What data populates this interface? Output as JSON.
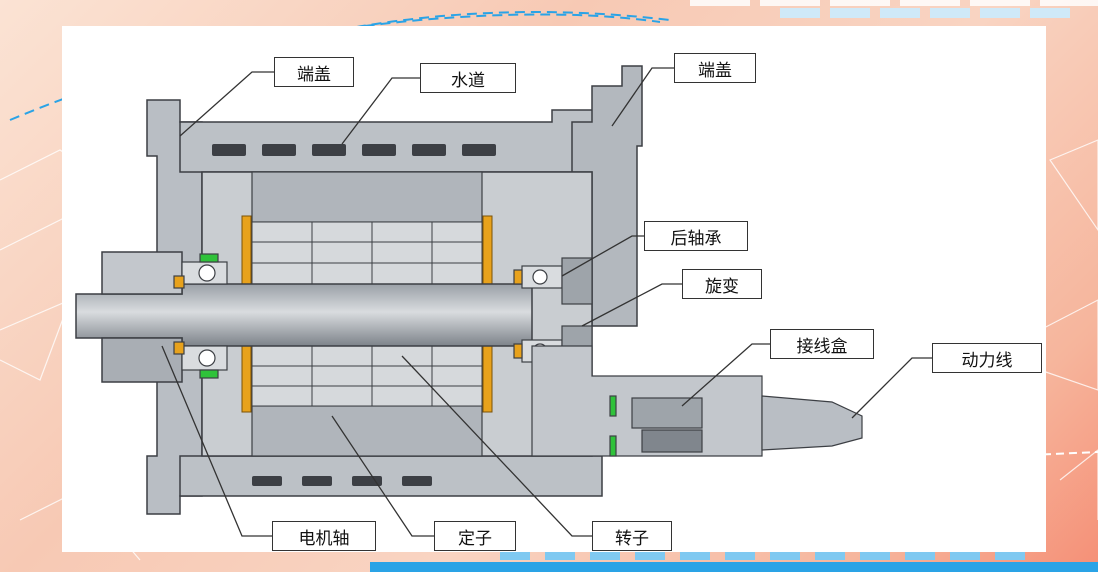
{
  "labels": {
    "end_cover_left": "端盖",
    "water_channel": "水道",
    "end_cover_right": "端盖",
    "rear_bearing": "后轴承",
    "resolver": "旋变",
    "junction_box": "接线盒",
    "power_cable": "动力线",
    "motor_shaft": "电机轴",
    "stator": "定子",
    "rotor": "转子"
  },
  "colors": {
    "housing": "#b9bec4",
    "housing_dark": "#8e949b",
    "housing_light": "#d6d9dc",
    "magnet": "#e8a21c",
    "green_part": "#2fc23a",
    "outline": "#3c3f44",
    "stripe_blue": "#2aa3e6"
  }
}
